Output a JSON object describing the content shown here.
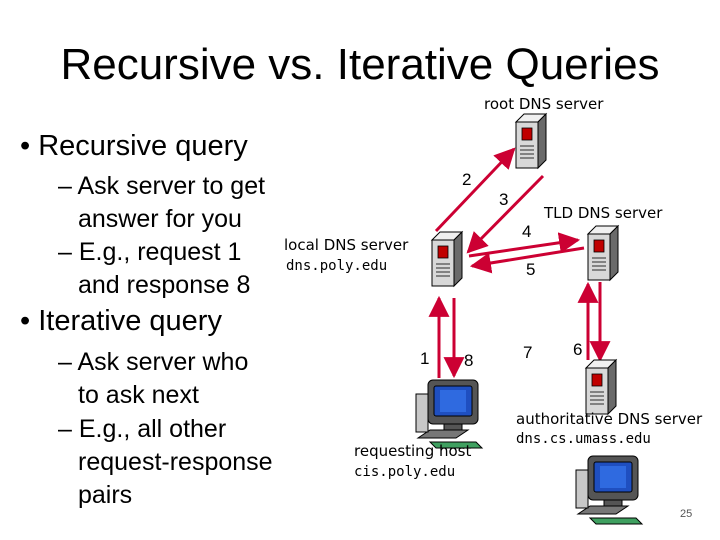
{
  "title": "Recursive vs. Iterative Queries",
  "bullets": {
    "recursive": {
      "heading": "• Recursive query",
      "sub1_line1": "– Ask server to get",
      "sub1_line2": "answer for you",
      "sub2_line1": "– E.g., request 1",
      "sub2_line2": "and response 8"
    },
    "iterative": {
      "heading": "• Iterative query",
      "sub1_line1": "– Ask server who",
      "sub1_line2": "to ask next",
      "sub2_line1": "– E.g., all other",
      "sub2_line2": "request-response",
      "sub2_line3": "pairs"
    }
  },
  "nodes": {
    "root": {
      "label": "root DNS server"
    },
    "tld": {
      "label": "TLD DNS server"
    },
    "local": {
      "label": "local DNS server",
      "host": "dns.poly.edu"
    },
    "authoritative": {
      "label": "authoritative DNS server",
      "host": "dns.cs.umass.edu"
    },
    "requesting": {
      "label": "requesting host",
      "host": "cis.poly.edu"
    }
  },
  "arrows": [
    "1",
    "2",
    "3",
    "4",
    "5",
    "6",
    "7",
    "8"
  ],
  "colors": {
    "arrow": "#cc0033",
    "server_face": "#d8d8d8",
    "server_side": "#6a6a6a",
    "led": "#c00000",
    "monitor_screen": "#1f4fc0"
  },
  "page_number": "25"
}
